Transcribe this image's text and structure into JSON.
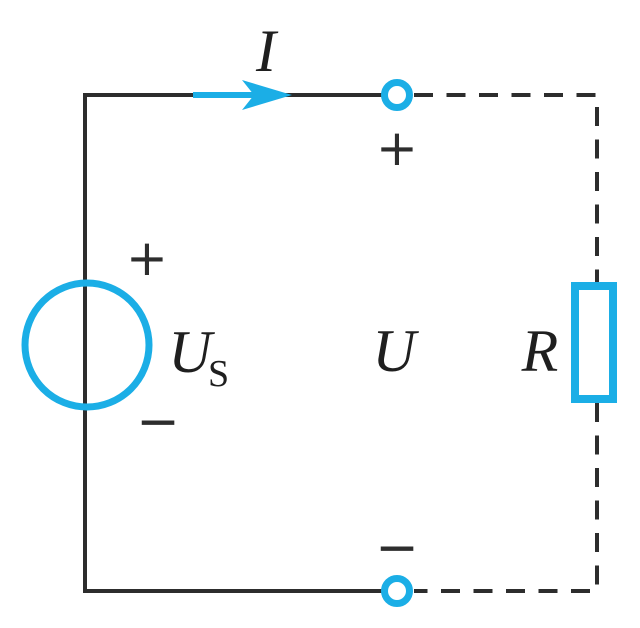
{
  "figure": {
    "kind": "circuit-diagram",
    "labels": {
      "current": "I",
      "source_voltage_main": "U",
      "source_voltage_subscript": "S",
      "port_voltage": "U",
      "resistance": "R"
    },
    "polarity": {
      "plus": "+",
      "minus": "−"
    },
    "colors": {
      "accent_cyan": "#1baee6",
      "line_dark": "#2d2d2d"
    }
  }
}
